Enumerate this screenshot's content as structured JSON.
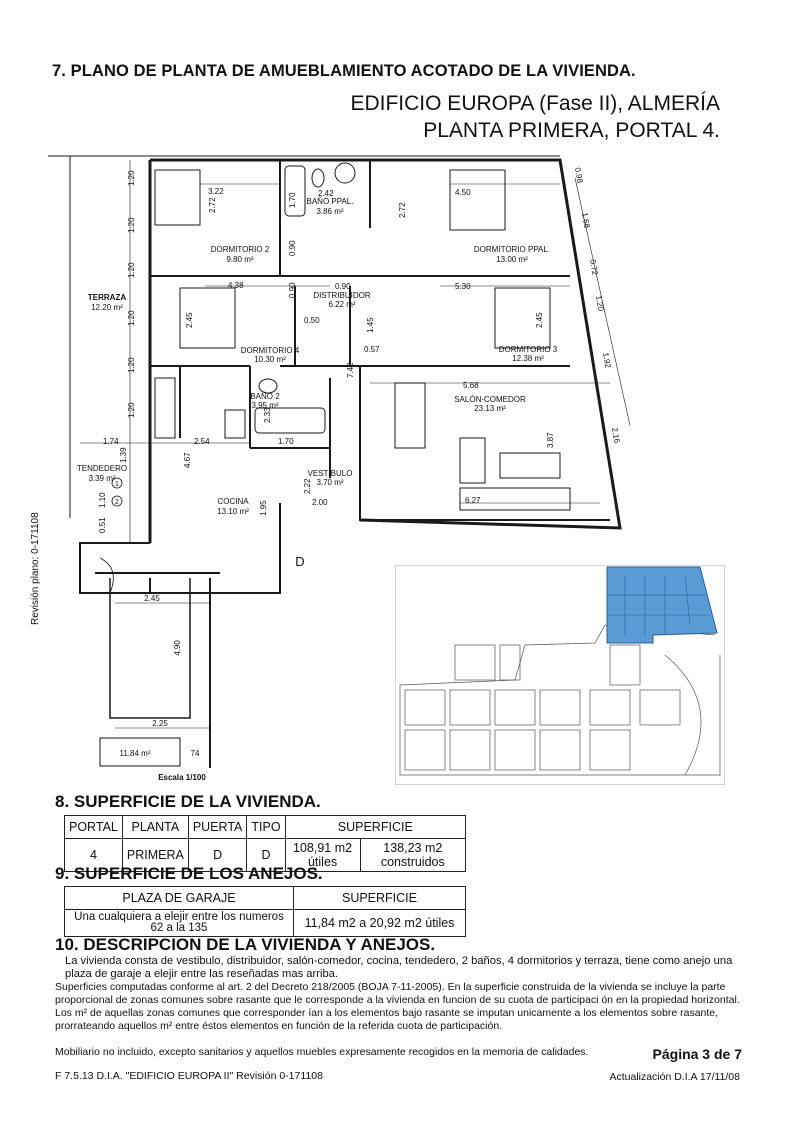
{
  "header": {
    "section_title": "7. PLANO DE PLANTA DE AMUEBLAMIENTO ACOTADO DE LA VIVIENDA.",
    "building": "EDIFICIO EUROPA (Fase II), ALMERÍA",
    "floor": "PLANTA PRIMERA, PORTAL 4."
  },
  "plan": {
    "rooms": {
      "dormitorio2": "DORMITORIO 2",
      "dormitorio2_area": "9.80 m²",
      "bano_ppal": "BAÑO PPAL.",
      "bano_ppal_area": "3.86 m²",
      "dormitorio_ppal": "DORMITORIO PPAL.",
      "dormitorio_ppal_area": "13.00 m²",
      "terraza": "TERRAZA",
      "terraza_area": "12.20 m²",
      "distribuidor": "DISTRIBUIDOR",
      "distribuidor_area": "6.22 m²",
      "dormitorio4": "DORMITORIO 4",
      "dormitorio4_area": "10.30 m²",
      "dormitorio3": "DORMITORIO 3",
      "dormitorio3_area": "12.38 m²",
      "bano2": "BAÑO 2",
      "bano2_area": "3.95 m²",
      "salon": "SALÓN-COMEDOR",
      "salon_area": "23.13 m²",
      "tendedero": "TENDEDERO",
      "tendedero_area": "3.39 m²",
      "vestibulo": "VESTIBULO",
      "vestibulo_area": "3.70 m²",
      "cocina": "COCINA",
      "cocina_area": "13.10 m²",
      "door": "D"
    },
    "dims": {
      "d322": "3.22",
      "d242": "2.42",
      "d450": "4.50",
      "d272a": "2.72",
      "d170a": "1.70",
      "d272b": "2.72",
      "d090a": "0.90",
      "d438": "4.38",
      "d090b": "0.90",
      "d090c": "0.90",
      "d530": "5.30",
      "d245a": "2.45",
      "d050": "0.50",
      "d145": "1.45",
      "d245b": "2.45",
      "d057": "0.57",
      "d742": "7.42",
      "d568": "5.68",
      "d174": "1.74",
      "d254": "2.54",
      "d170b": "1.70",
      "d233": "2.33",
      "d387": "3.87",
      "d467": "4.67",
      "d139": "1.39",
      "d222": "2.22",
      "d627": "6.27",
      "d200": "2.00",
      "d195": "1.95",
      "d110": "1.10",
      "d051": "0.51",
      "l120a": "1.20",
      "l120b": "1.20",
      "l120c": "1.20",
      "l120d": "1.20",
      "l120e": "1.20",
      "l120f": "1.20",
      "r098": "0.98",
      "r168": "1.68",
      "r072": "0.72",
      "r120": "1.20",
      "r192": "1.92",
      "r216": "2.16",
      "c1": "1",
      "c2": "2"
    },
    "garage": {
      "w_top": "2.45",
      "h": "4.90",
      "w_bottom": "2.25",
      "area": "11.84 m²",
      "number": "74",
      "scale": "Escala 1/100"
    }
  },
  "revision": "Revisión plano: 0-171108",
  "section8": {
    "title": "8. SUPERFICIE DE LA VIVIENDA.",
    "headers": [
      "PORTAL",
      "PLANTA",
      "PUERTA",
      "TIPO",
      "SUPERFICIE"
    ],
    "row": {
      "portal": "4",
      "planta": "PRIMERA",
      "puerta": "D",
      "tipo": "D",
      "utiles": "108,91 m2 útiles",
      "construidos": "138,23 m2 construidos"
    }
  },
  "section9": {
    "title": "9. SUPERFICIE DE LOS ANEJOS.",
    "headers": [
      "PLAZA DE GARAJE",
      "SUPERFICIE"
    ],
    "row": {
      "plaza": "Una cualquiera a elejir entre los numeros 62 a la 135",
      "superficie": "11,84 m2 a 20,92 m2 útiles"
    }
  },
  "section10": {
    "title": "10. DESCRIPCION DE LA VIVIENDA Y ANEJOS.",
    "desc": "La vivienda consta de vestibulo, distribuidor, salón-comedor, cocina, tendedero, 2 baños, 4 dormitorios y  terraza, tiene como anejo una plaza de garaje a elejir entre las reseñadas mas arriba.",
    "notes": "Superficies computadas conforme al art. 2 del Decreto 218/2005 (BOJA 7-11-2005). En la superficie construida de la vivienda se incluye la parte proporcional de zonas comunes sobre rasante que le corresponde a la vivienda en funcion de su cuota de participaci ón en la propiedad horizontal. Los m² de aquellas zonas comunes que corresponder ían a los elementos bajo rasante se imputan unicamente a los elementos sobre rasante, prorrateando aquellos m² entre éstos elementos en función de la referida cuota de participación."
  },
  "footer": {
    "mobiliario": "Mobiliario no incluido, excepto sanitarios y aquellos muebles expresamente recogidos en la memoria de calidades.",
    "page": "Página 3 de 7",
    "ref": "F 7.5.13 D.I.A. \"EDIFICIO EUROPA II\"  Revisión 0-171108",
    "update": "Actualización D.I.A 17/11/08"
  },
  "colors": {
    "highlight": "#5b9bd5",
    "line": "#1a1a1a"
  }
}
